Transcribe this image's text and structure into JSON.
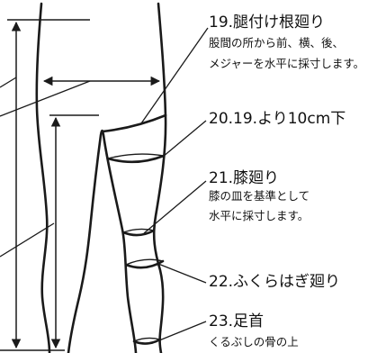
{
  "measurements": [
    {
      "title": "19.腿付け根廻り",
      "notes": [
        "股間の所から前、横、後、",
        "メジャーを水平に採寸します。"
      ]
    },
    {
      "title": "20.19.より10cm下"
    },
    {
      "title": "21.膝廻り",
      "notes": [
        "膝の皿を基準として",
        "水平に採寸します。"
      ]
    },
    {
      "title": "22.ふくらはぎ廻り"
    },
    {
      "title": "23.足首",
      "notes": [
        "くるぶしの骨の上"
      ]
    }
  ]
}
